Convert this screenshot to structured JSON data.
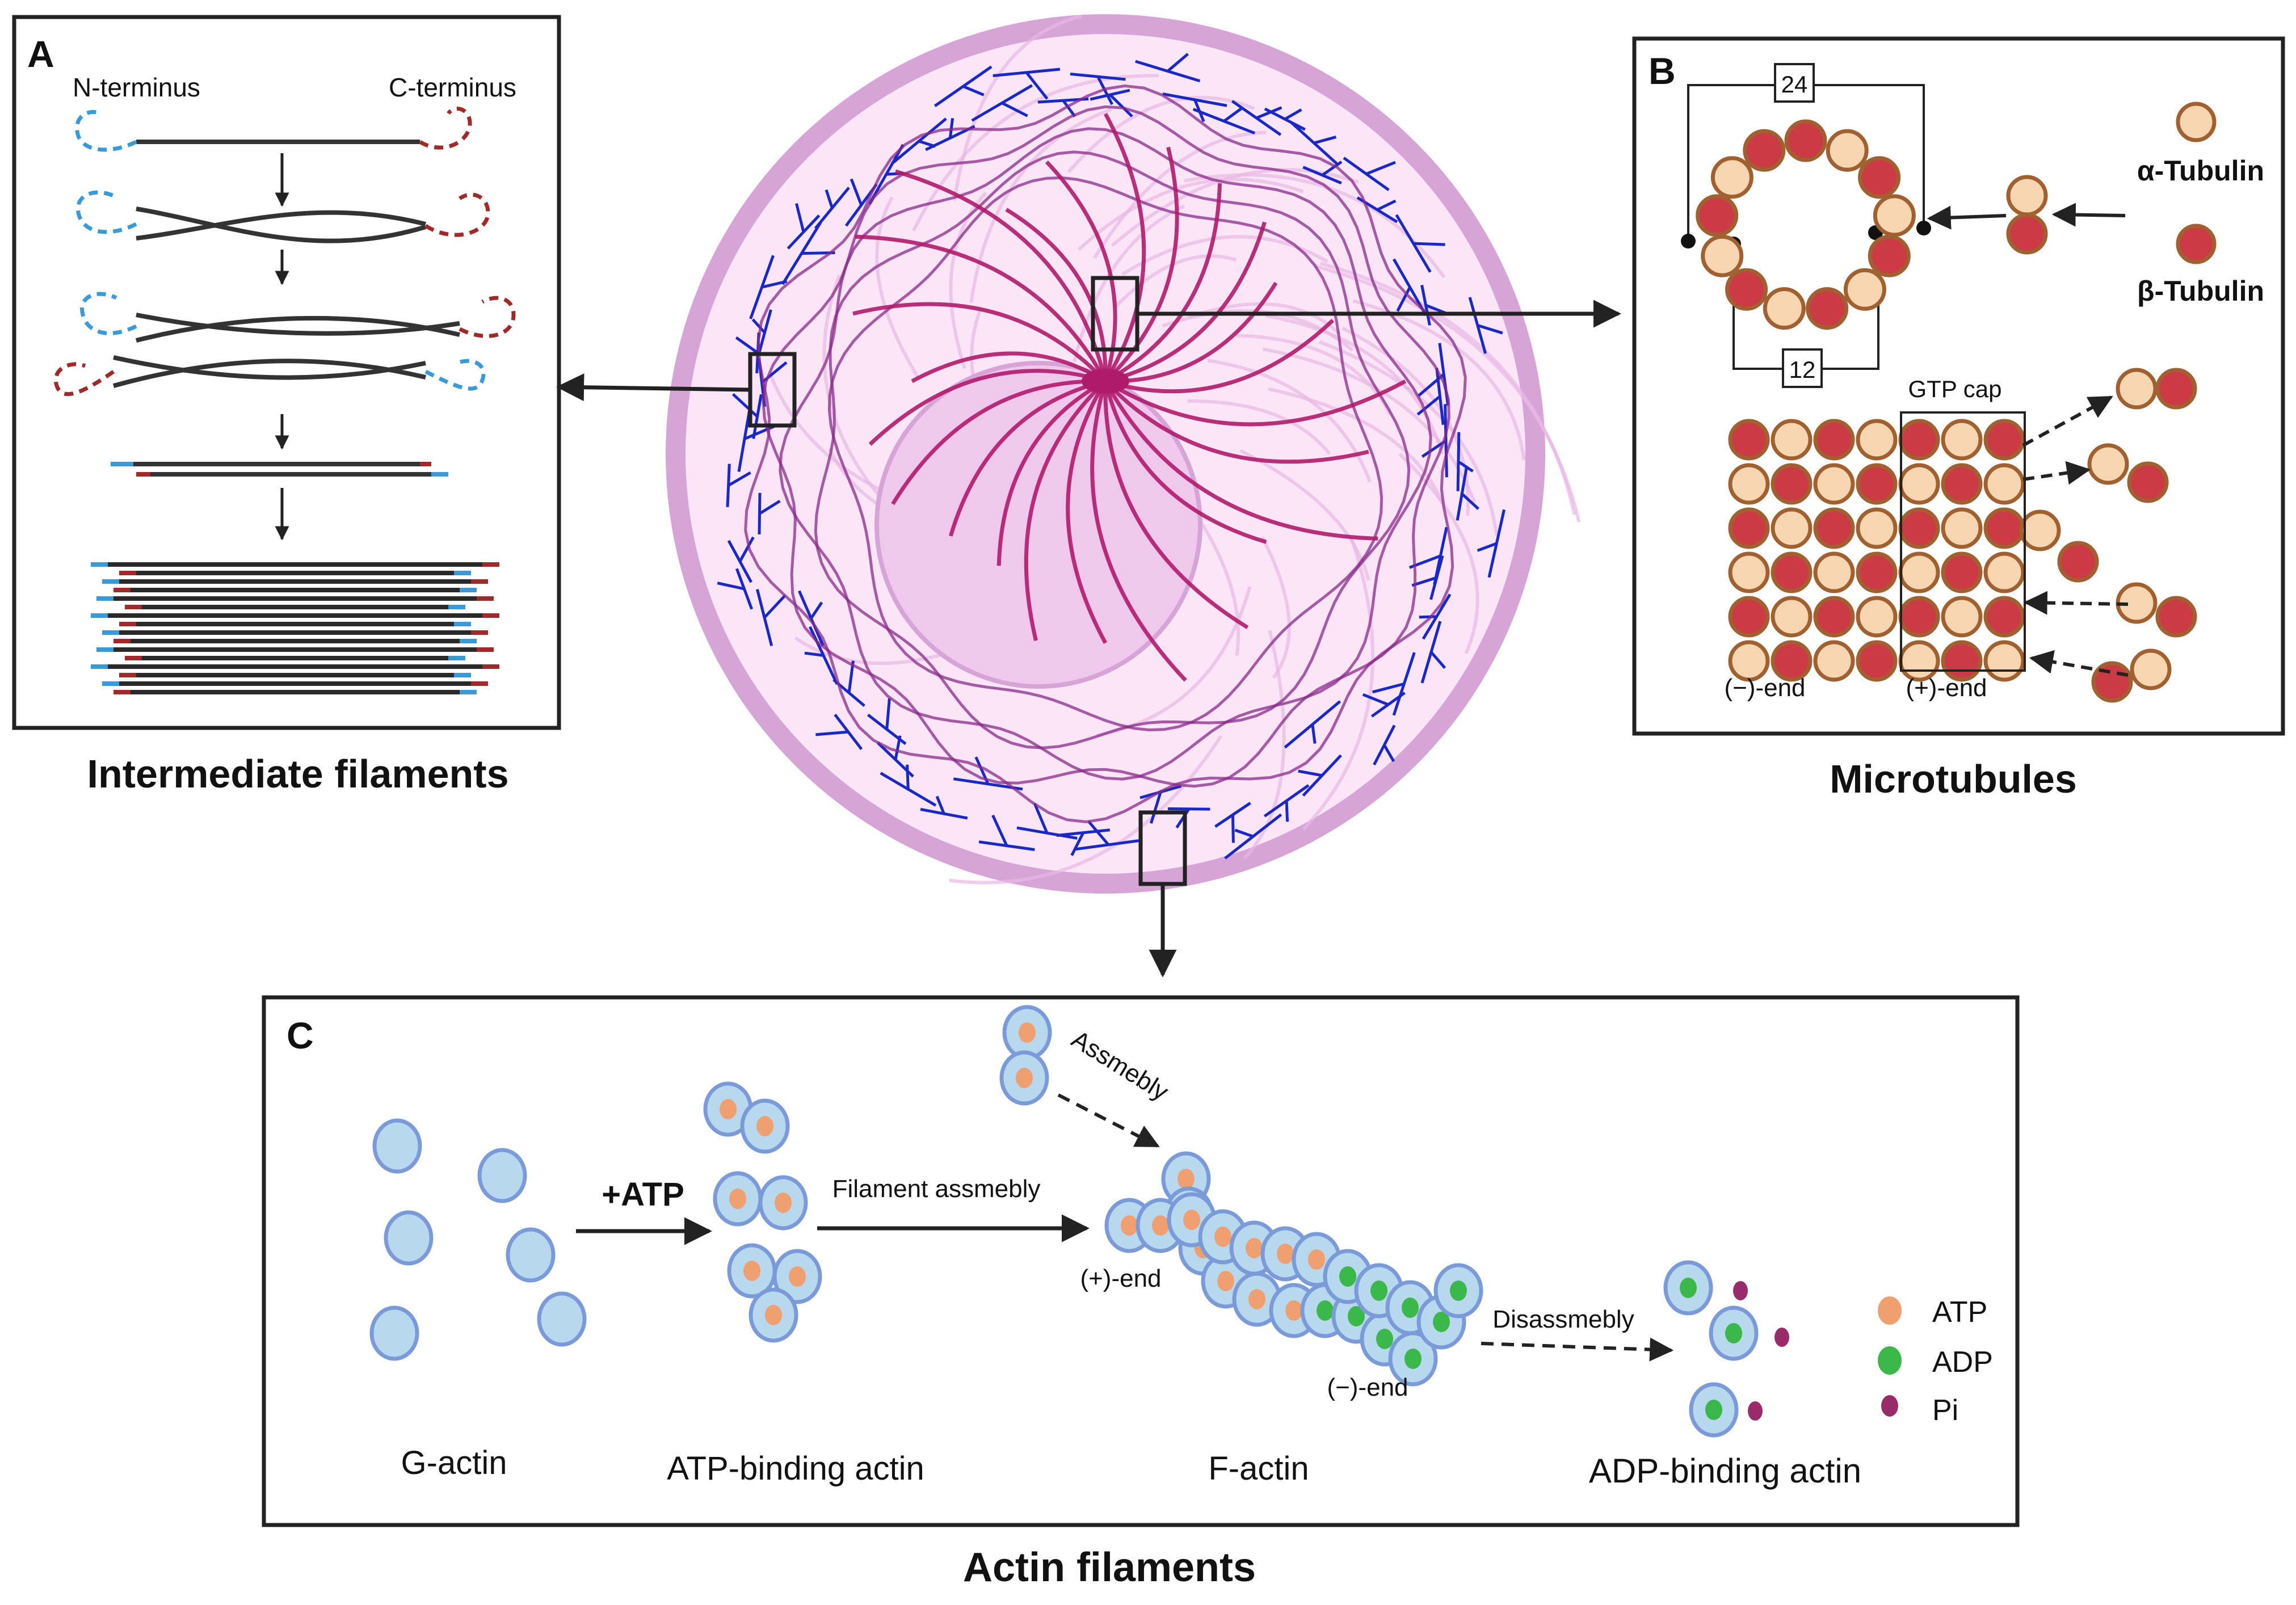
{
  "panel_a": {
    "letter": "A",
    "n_terminus": "N-terminus",
    "c_terminus": "C-terminus",
    "caption": "Intermediate filaments"
  },
  "panel_b": {
    "letter": "B",
    "count_top": "24",
    "count_bottom": "12",
    "alpha_label": "α-Tubulin",
    "beta_label": "β-Tubulin",
    "gtp_cap": "GTP cap",
    "minus_end": "(−)-end",
    "plus_end": "(+)-end",
    "caption": "Microtubules"
  },
  "panel_c": {
    "letter": "C",
    "atp_step": "+ATP",
    "filament_assembly": "Filament assmebly",
    "assembly": "Assmebly",
    "disassembly": "Disassmebly",
    "plus_end": "(+)-end",
    "minus_end": "(−)-end",
    "g_actin": "G-actin",
    "atp_binding": "ATP-binding actin",
    "f_actin": "F-actin",
    "adp_binding": "ADP-binding actin",
    "legend": [
      {
        "label": "ATP",
        "color": "#f0a070"
      },
      {
        "label": "ADP",
        "color": "#3cb84a"
      },
      {
        "label": "Pi",
        "color": "#9a2a6a"
      }
    ],
    "caption": "Actin filaments"
  },
  "colors": {
    "alpha_tubulin": "#f5d6b0",
    "beta_tubulin": "#cc3a44",
    "tubulin_stroke": "#a06030",
    "actin_fill": "#b8d8f0",
    "actin_stroke": "#7a9ad8",
    "n_term": "#3a9ad8",
    "c_term": "#a02a2a",
    "cell_membrane": "#d6a4d6",
    "cytoplasm": "#fbe6f8",
    "nucleus": "#f0c8ee",
    "actin_network": "#1a28c8",
    "microtubule": "#b01a6a",
    "intermediate": "#8a2a8a"
  }
}
